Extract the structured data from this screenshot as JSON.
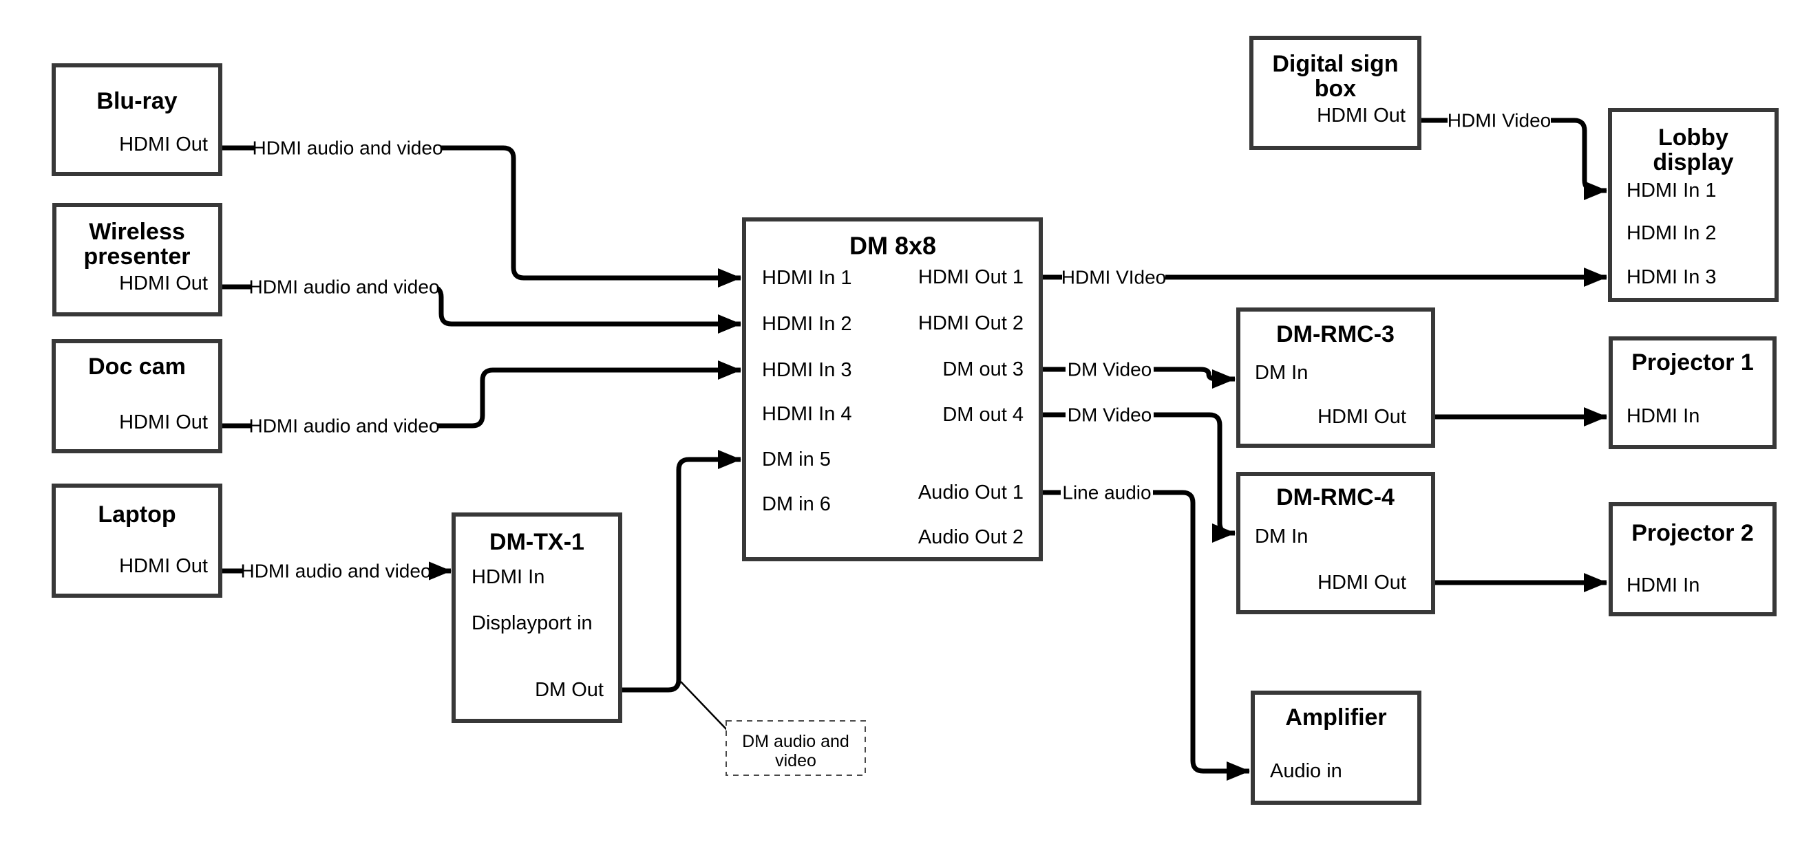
{
  "nodes": {
    "bluray": {
      "title": "Blu-ray",
      "port_out": "HDMI Out"
    },
    "wireless_presenter": {
      "title_line1": "Wireless",
      "title_line2": "presenter",
      "port_out": "HDMI Out"
    },
    "doc_cam": {
      "title": "Doc cam",
      "port_out": "HDMI Out"
    },
    "laptop": {
      "title": "Laptop",
      "port_out": "HDMI Out"
    },
    "dm_tx_1": {
      "title": "DM-TX-1",
      "port_hdmi_in": "HDMI In",
      "port_displayport_in": "Displayport in",
      "port_dm_out": "DM Out"
    },
    "dm_8x8": {
      "title": "DM 8x8",
      "inputs": [
        "HDMI In 1",
        "HDMI In 2",
        "HDMI In 3",
        "HDMI In 4",
        "DM in 5",
        "DM in 6"
      ],
      "outputs": [
        "HDMI Out 1",
        "HDMI Out 2",
        "DM out 3",
        "DM out 4",
        "Audio Out 1",
        "Audio Out 2"
      ]
    },
    "digital_sign_box": {
      "title_line1": "Digital sign",
      "title_line2": "box",
      "port_out": "HDMI Out"
    },
    "lobby_display": {
      "title_line1": "Lobby",
      "title_line2": "display",
      "inputs": [
        "HDMI In 1",
        "HDMI In 2",
        "HDMI In 3"
      ]
    },
    "dm_rmc_3": {
      "title": "DM-RMC-3",
      "port_in": "DM In",
      "port_out": "HDMI Out"
    },
    "projector_1": {
      "title": "Projector 1",
      "port_in": "HDMI In"
    },
    "dm_rmc_4": {
      "title": "DM-RMC-4",
      "port_in": "DM In",
      "port_out": "HDMI Out"
    },
    "projector_2": {
      "title": "Projector 2",
      "port_in": "HDMI In"
    },
    "amplifier": {
      "title": "Amplifier",
      "port_in": "Audio in"
    },
    "note": {
      "line1": "DM audio and",
      "line2": "video"
    }
  },
  "edge_labels": {
    "bluray_to_dm8x8": "HDMI audio and video",
    "wireless_to_dm8x8": "HDMI audio and video",
    "doccam_to_dm8x8": "HDMI audio and video",
    "laptop_to_dmtx1": "HDMI audio and video",
    "hdmi_out_1": "HDMI VIdeo",
    "dm_out_3": "DM Video",
    "dm_out_4": "DM Video",
    "audio_out_1": "Line audio",
    "sign_to_lobby": "HDMI Video"
  },
  "colors": {
    "background": "#ffffff",
    "box_border": "#383838",
    "line": "#000000",
    "text": "#000000"
  }
}
